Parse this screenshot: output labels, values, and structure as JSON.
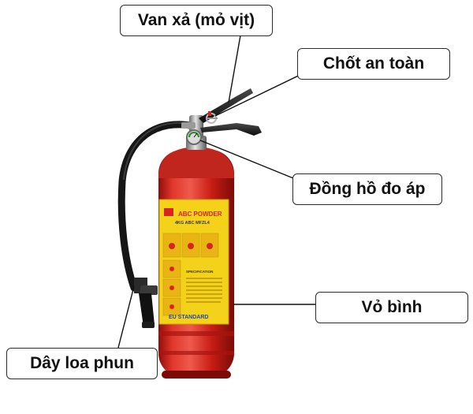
{
  "colors": {
    "cylinder": "#d8241c",
    "label_panel": "#f4d21a",
    "hose": "#161616",
    "callout_border": "#2b2b2b"
  },
  "icons": [
    "fire-extinguisher-icon"
  ],
  "labels": [
    {
      "id": "discharge-valve",
      "text": "Van xả (mỏ vịt)"
    },
    {
      "id": "safety-pin",
      "text": "Chốt an toàn"
    },
    {
      "id": "pressure-gauge",
      "text": "Đồng hồ đo áp"
    },
    {
      "id": "cylinder-body",
      "text": "Vỏ bình"
    },
    {
      "id": "nozzle-hose",
      "text": "Dây loa phun"
    }
  ],
  "product_label": {
    "title": "ABC POWDER",
    "subtitle": "4KG ABC MFZL4",
    "section": "SPECIFICATION",
    "footer": "EU STANDARD"
  }
}
